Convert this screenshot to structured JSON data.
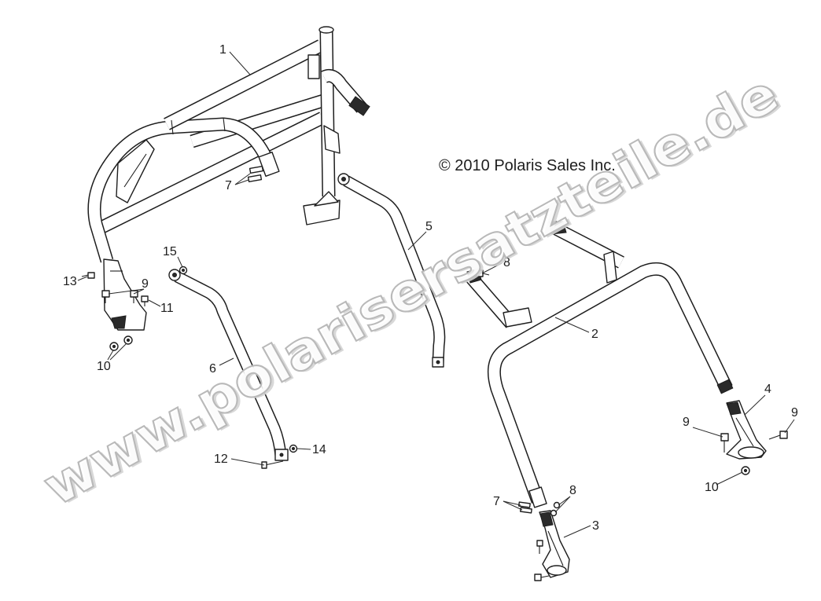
{
  "copyright": "© 2010 Polaris Sales Inc.",
  "watermark": "www.polarisersatzteile.de",
  "callouts": [
    "1",
    "2",
    "3",
    "4",
    "5",
    "6",
    "7",
    "7",
    "8",
    "8",
    "9",
    "9",
    "9",
    "10",
    "10",
    "11",
    "12",
    "13",
    "14",
    "15"
  ]
}
